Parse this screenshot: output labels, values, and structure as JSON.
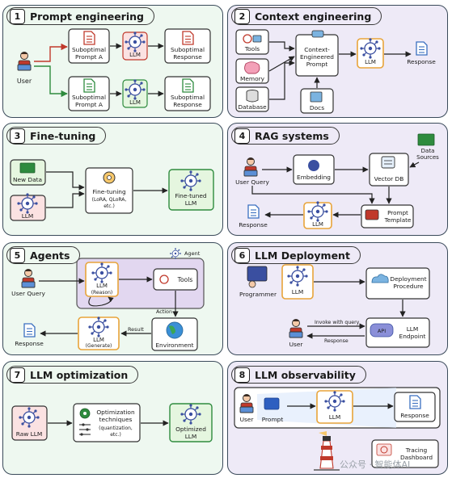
{
  "panels": {
    "p1": {
      "num": "1",
      "title": "Prompt engineering",
      "user": "User",
      "prompt_a_top": "Suboptimal Prompt A",
      "llm_top": "LLM",
      "resp_top": "Suboptimal Response",
      "prompt_a_bottom": "Suboptimal Prompt A",
      "llm_bottom": "LLM",
      "resp_bottom": "Suboptimal Response"
    },
    "p2": {
      "num": "2",
      "title": "Context engineering",
      "tools": "Tools",
      "memory": "Memory",
      "database": "Database",
      "docs": "Docs",
      "prompt": "Context-Engineered Prompt",
      "llm": "LLM",
      "response": "Response"
    },
    "p3": {
      "num": "3",
      "title": "Fine-tuning",
      "new_data": "New Data",
      "llm": "LLM",
      "finetuning": "Fine-tuning",
      "finetuning_sub": "(LoRA, QLoRA, etc.)",
      "finetuned": "Fine-tuned LLM"
    },
    "p4": {
      "num": "4",
      "title": "RAG systems",
      "user_query": "User Query",
      "embedding": "Embedding",
      "vector_db": "Vector DB",
      "data_sources": "Data Sources",
      "prompt_template": "Prompt Template",
      "llm": "LLM",
      "response": "Response"
    },
    "p5": {
      "num": "5",
      "title": "Agents",
      "agent_tag": "Agent",
      "user_query": "User Query",
      "llm_reason": "LLM",
      "reason": "(Reason)",
      "tools": "Tools",
      "action": "Action",
      "environment": "Environment",
      "result": "Result",
      "llm_generate": "LLM",
      "generate": "(Generate)",
      "response": "Response"
    },
    "p6": {
      "num": "6",
      "title": "LLM Deployment",
      "programmer": "Programmer",
      "llm": "LLM",
      "procedure": "Deployment Procedure",
      "invoke": "Invoke with query",
      "response_label": "Response",
      "user": "User",
      "endpoint": "LLM Endpoint",
      "api": "API"
    },
    "p7": {
      "num": "7",
      "title": "LLM optimization",
      "raw_llm": "Raw LLM",
      "techniques": "Optimization techniques",
      "techniques_sub": "(quantization, etc.)",
      "optimized": "Optimized LLM"
    },
    "p8": {
      "num": "8",
      "title": "LLM observability",
      "user": "User",
      "prompt": "Prompt",
      "llm": "LLM",
      "response": "Response",
      "tracing": "Tracing Dashboard"
    }
  },
  "watermark": "公众号 · 智能体AI",
  "colors": {
    "mint": "#eef8f0",
    "lavender": "#eeeaf7",
    "green_box": "#e5f6df",
    "red_box": "#fbe2e2",
    "orange_border": "#e8a43a"
  }
}
